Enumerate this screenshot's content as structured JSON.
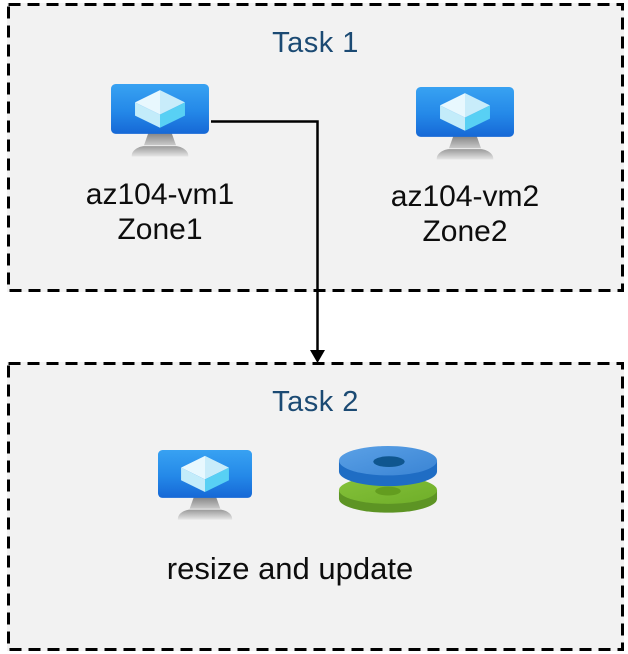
{
  "diagram": {
    "task1": {
      "title": "Task 1",
      "vms": [
        {
          "name": "az104-vm1",
          "zone": "Zone1",
          "icon": "virtual-machine-icon"
        },
        {
          "name": "az104-vm2",
          "zone": "Zone2",
          "icon": "virtual-machine-icon"
        }
      ]
    },
    "connector": {
      "type": "elbow-arrow",
      "from": "az104-vm1",
      "to": "Task 2"
    },
    "task2": {
      "title": "Task 2",
      "icons": [
        "virtual-machine-icon",
        "managed-disks-icon"
      ],
      "caption": "resize and update"
    },
    "colors": {
      "title_text": "#1b4a73",
      "label_text": "#0d0d0d",
      "box_fill": "#f2f2f2",
      "box_border": "#000000",
      "arrow": "#000000",
      "vm_screen_gradient": [
        "#38a2f2",
        "#1668d6"
      ],
      "vm_cube_top": "#dcf4fd",
      "vm_cube_left": "#c3ecfa",
      "vm_cube_right": "#58d0f4",
      "vm_stand": [
        "#868686",
        "#e6e6e6"
      ],
      "disk_blue": {
        "top": "#4690dc",
        "side": "#1f6dc4",
        "hole": "#0f568f"
      },
      "disk_green": {
        "top": "#7cba33",
        "side": "#5d9424",
        "hole": "#639d1f"
      }
    }
  }
}
